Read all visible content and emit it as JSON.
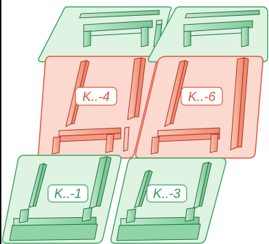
{
  "colors": {
    "green_fill": "#dff3e3",
    "green_stroke": "#3da565",
    "green_part": "#8fd4a4",
    "green_dark": "#1f6e3f",
    "red_fill": "#fbd9cf",
    "red_stroke": "#e2553f",
    "red_part": "#f59c84",
    "red_dark": "#a8321f",
    "label_green": "#2e9a58",
    "label_red": "#e2553f",
    "frame": "#000000"
  },
  "labels": {
    "left_middle": "K..-4",
    "right_middle": "K..-6",
    "left_bottom": "K..-1",
    "right_bottom": "K..-3"
  }
}
